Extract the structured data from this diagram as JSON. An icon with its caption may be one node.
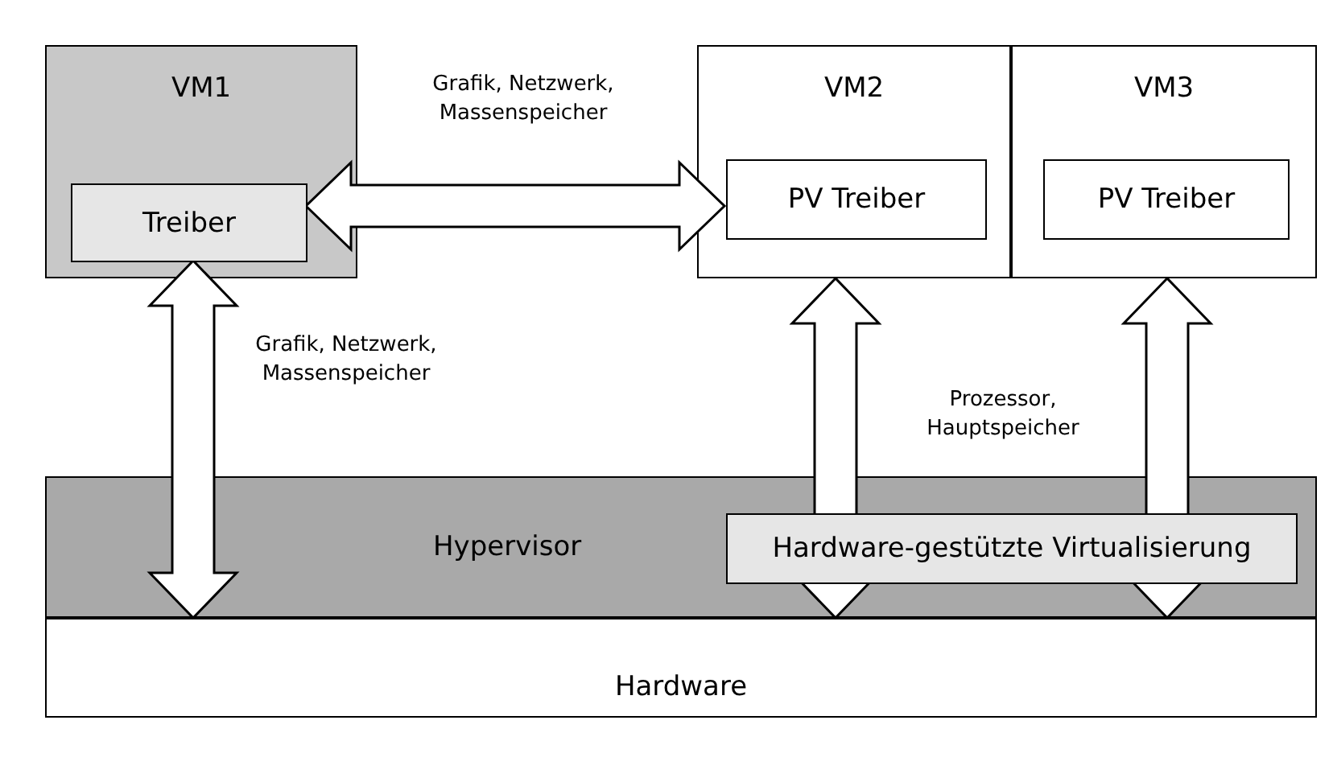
{
  "diagram": {
    "nodes": [
      {
        "text": [
          "VM1"
        ]
      },
      {
        "text": [
          "Treiber"
        ],
        "in": 0
      },
      {
        "text": [
          "VM2"
        ]
      },
      {
        "text": [
          "PV Treiber"
        ],
        "in": 2
      },
      {
        "text": [
          "VM3"
        ]
      },
      {
        "text": [
          "PV Treiber"
        ],
        "in": 4
      },
      {
        "text": [
          "Hypervisor"
        ]
      },
      {
        "text": [
          "Hardware-gestützte Virtualisierung"
        ],
        "in": 6
      },
      {
        "text": [
          "Hardware"
        ]
      }
    ],
    "edges": [
      {
        "from": 1,
        "to": 3,
        "arrow": "both",
        "label": "Grafik, Netzwerk, Massenspeicher"
      },
      {
        "from": 1,
        "to": 8,
        "arrow": "both",
        "label": "Grafik, Netzwerk, Massenspeicher"
      },
      {
        "from": 2,
        "to": 8,
        "arrow": "both",
        "label": "Prozessor, Hauptspeicher"
      },
      {
        "from": 4,
        "to": 8,
        "arrow": "both"
      }
    ]
  }
}
